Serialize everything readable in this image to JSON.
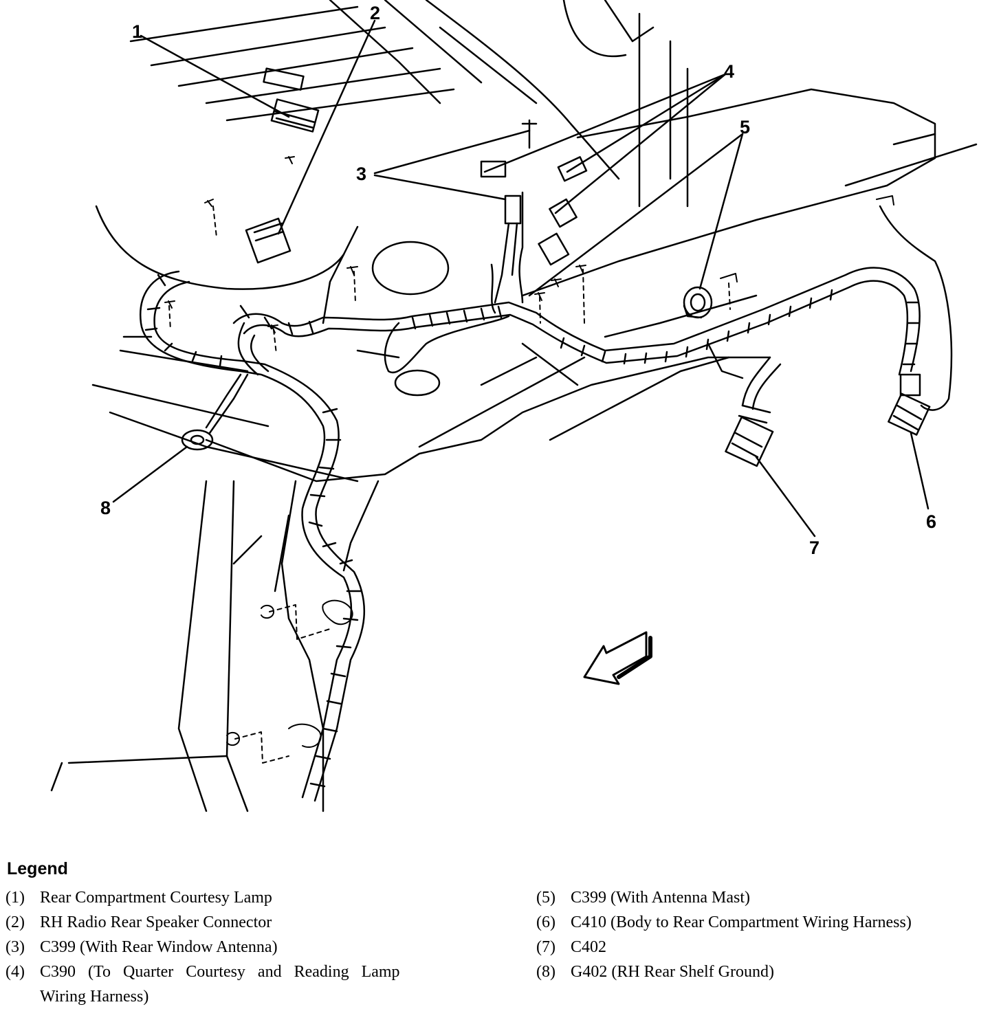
{
  "callouts": [
    "1",
    "2",
    "3",
    "4",
    "5",
    "6",
    "7",
    "8"
  ],
  "legend": {
    "title": "Legend",
    "items": [
      {
        "num": "(1)",
        "text": "Rear Compartment Courtesy Lamp"
      },
      {
        "num": "(2)",
        "text": "RH Radio Rear Speaker Connector"
      },
      {
        "num": "(3)",
        "text": "C399 (With Rear Window Antenna)"
      },
      {
        "num": "(4)",
        "text": "C390 (To Quarter Courtesy and Reading Lamp",
        "text2": "Wiring Harness)"
      },
      {
        "num": "(5)",
        "text": "C399 (With Antenna Mast)"
      },
      {
        "num": "(6)",
        "text": "C410 (Body to Rear Compartment Wiring Harness)"
      },
      {
        "num": "(7)",
        "text": "C402"
      },
      {
        "num": "(8)",
        "text": "G402 (RH Rear Shelf Ground)"
      }
    ]
  }
}
